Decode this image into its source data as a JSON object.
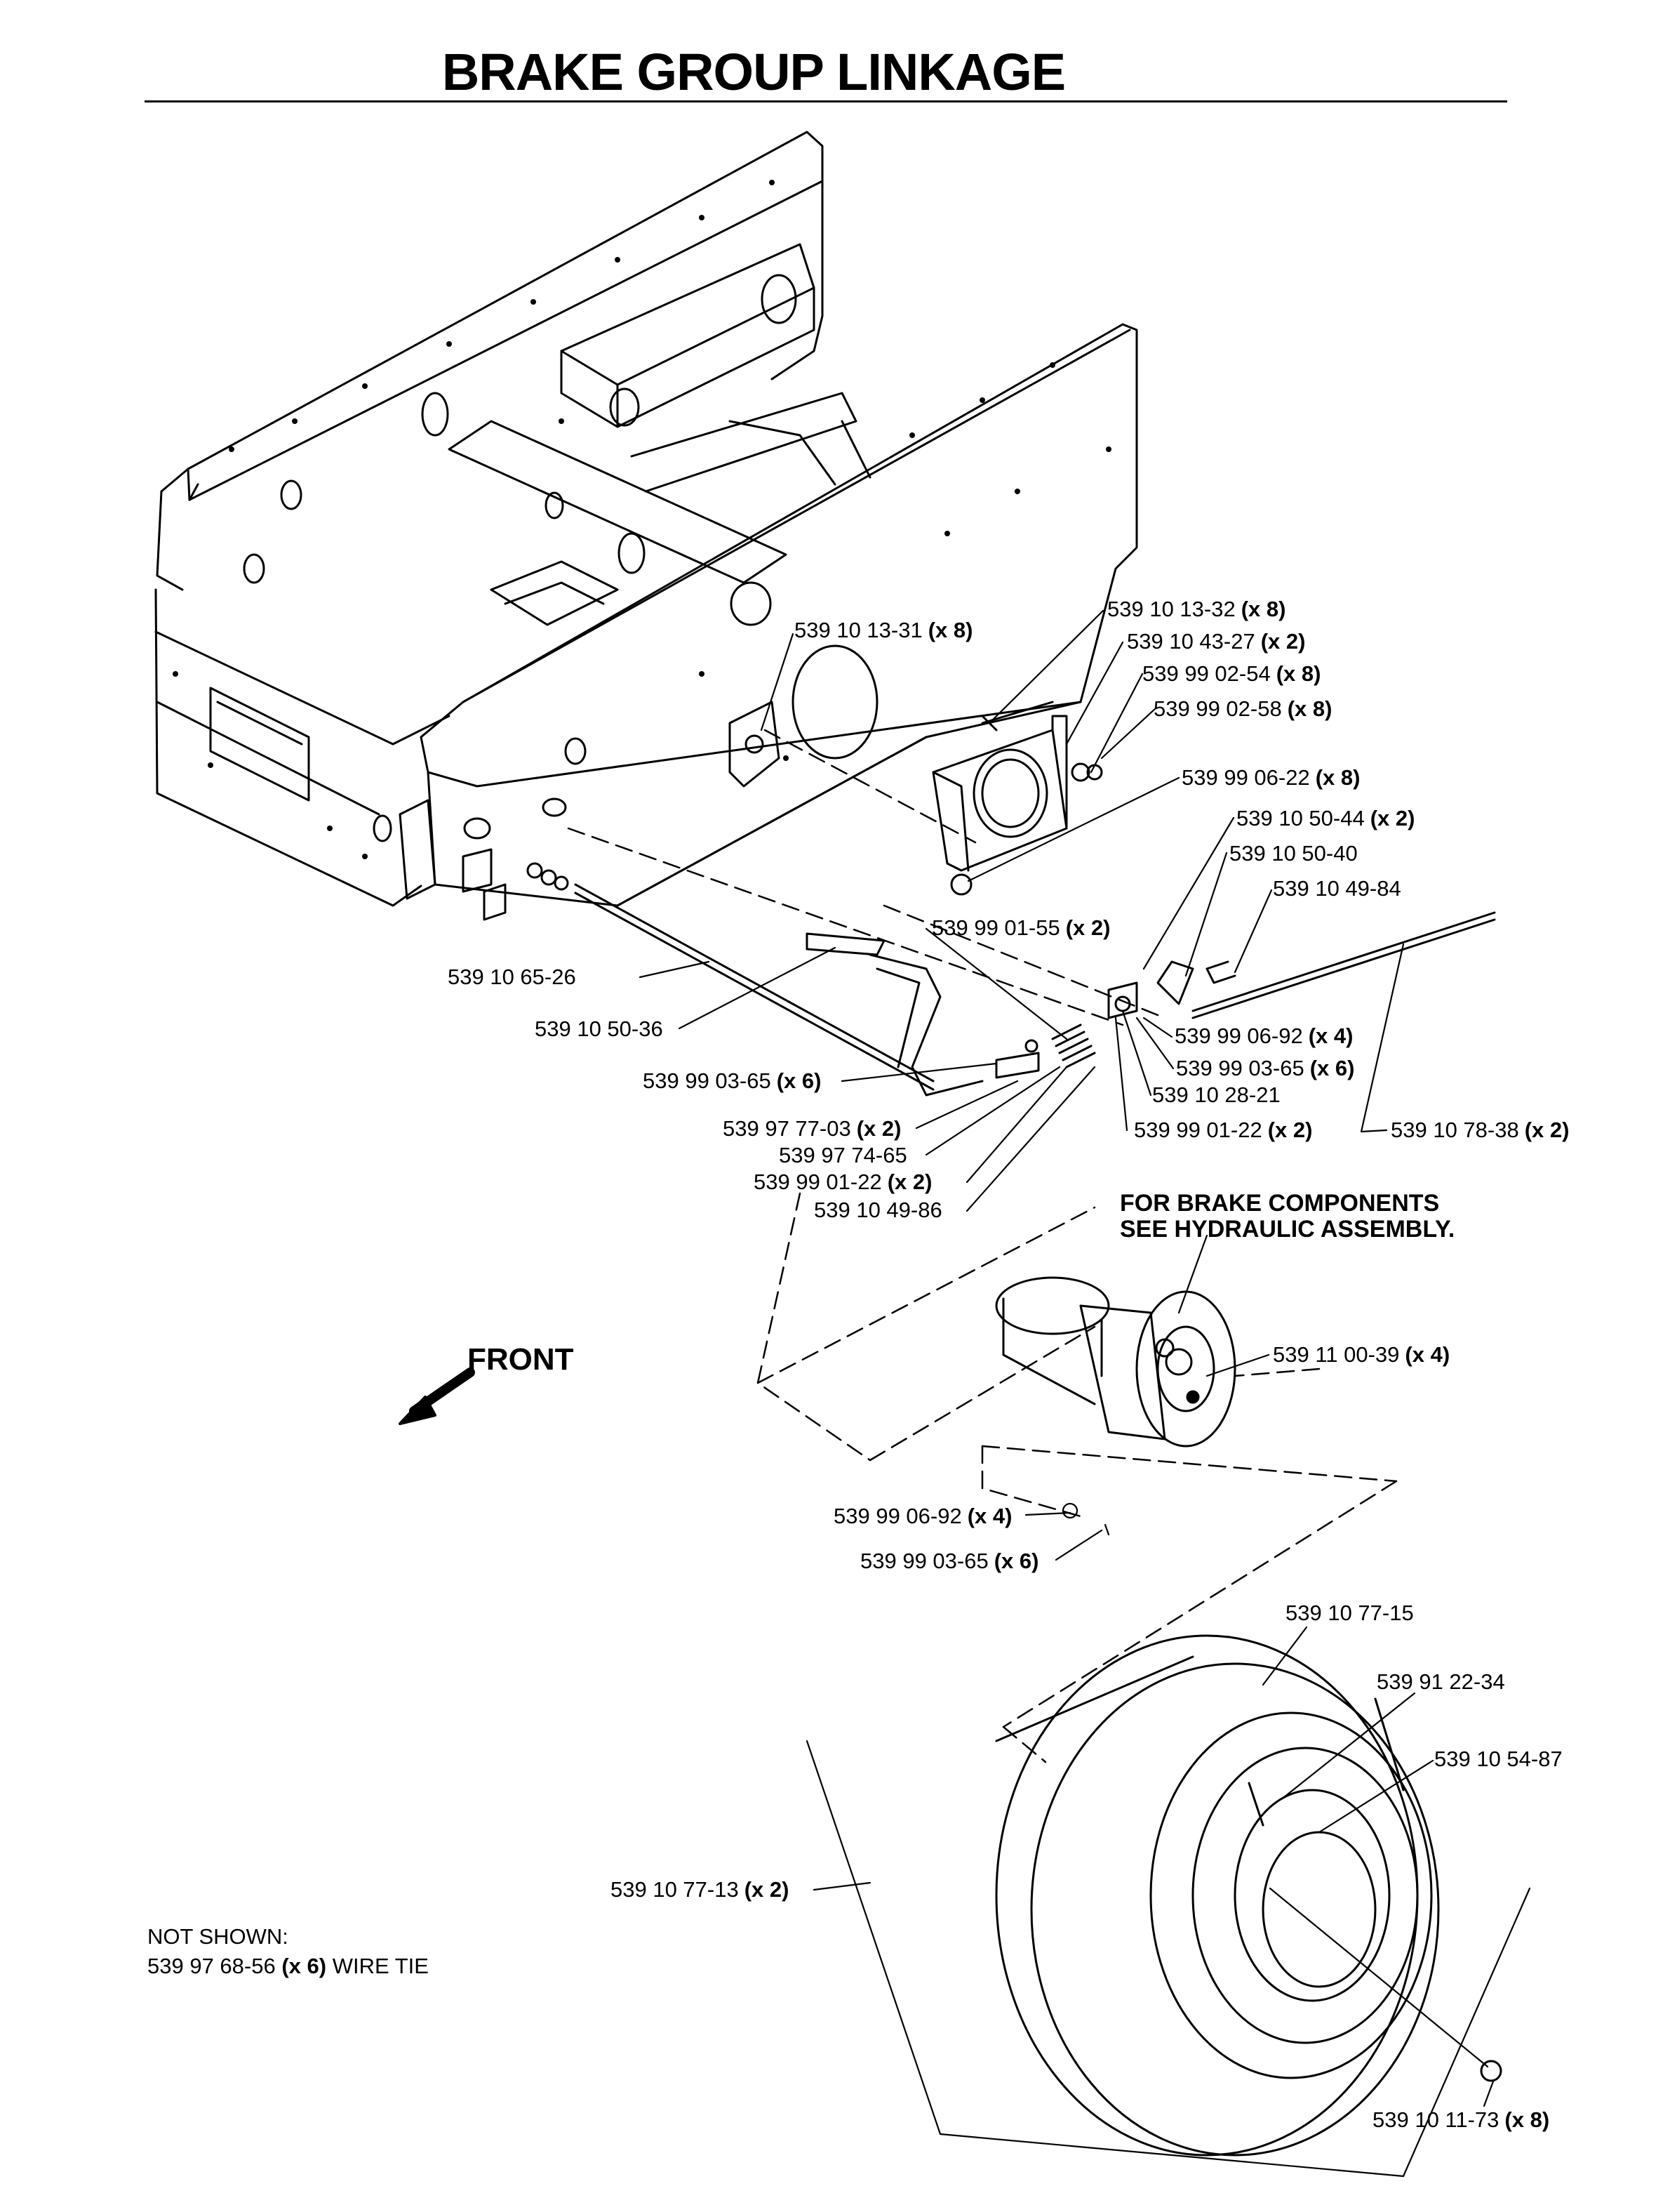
{
  "title": "BRAKE GROUP LINKAGE",
  "front_label": "FRONT",
  "note": {
    "line1": "FOR BRAKE COMPONENTS",
    "line2": "SEE HYDRAULIC ASSEMBLY."
  },
  "not_shown": {
    "heading": "NOT SHOWN:",
    "part": "539 97 68-56",
    "qty": "(x 6)",
    "desc": "WIRE TIE"
  },
  "callouts": [
    {
      "part": "539 10 13-31",
      "qty": "(x 8)"
    },
    {
      "part": "539 10 13-32",
      "qty": "(x 8)"
    },
    {
      "part": "539 10 43-27",
      "qty": "(x 2)"
    },
    {
      "part": "539 99 02-54",
      "qty": "(x 8)"
    },
    {
      "part": "539 99 02-58",
      "qty": "(x 8)"
    },
    {
      "part": "539 99 06-22",
      "qty": "(x 8)"
    },
    {
      "part": "539 10 50-44",
      "qty": "(x 2)"
    },
    {
      "part": "539 10 50-40",
      "qty": ""
    },
    {
      "part": "539 10 49-84",
      "qty": ""
    },
    {
      "part": "539 99 01-55",
      "qty": "(x 2)"
    },
    {
      "part": "539 10 65-26",
      "qty": ""
    },
    {
      "part": "539 10 50-36",
      "qty": ""
    },
    {
      "part": "539 99 06-92",
      "qty": "(x 4)"
    },
    {
      "part": "539 99 03-65",
      "qty": "(x 6)"
    },
    {
      "part": "539 10 28-21",
      "qty": ""
    },
    {
      "part": "539 99 03-65",
      "qty": "(x 6)"
    },
    {
      "part": "539 97 77-03",
      "qty": "(x 2)"
    },
    {
      "part": "539 99 01-22",
      "qty": "(x 2)"
    },
    {
      "part": "539 10 78-38",
      "qty": "(x 2)"
    },
    {
      "part": "539 97 74-65",
      "qty": ""
    },
    {
      "part": "539 99 01-22",
      "qty": "(x 2)"
    },
    {
      "part": "539 10 49-86",
      "qty": ""
    },
    {
      "part": "539 11 00-39",
      "qty": "(x 4)"
    },
    {
      "part": "539 99 06-92",
      "qty": "(x 4)"
    },
    {
      "part": "539 99 03-65",
      "qty": "(x 6)"
    },
    {
      "part": "539 10 77-15",
      "qty": ""
    },
    {
      "part": "539 91 22-34",
      "qty": ""
    },
    {
      "part": "539 10 54-87",
      "qty": ""
    },
    {
      "part": "539 10 77-13",
      "qty": "(x 2)"
    },
    {
      "part": "539 10 11-73",
      "qty": "(x 8)"
    }
  ]
}
